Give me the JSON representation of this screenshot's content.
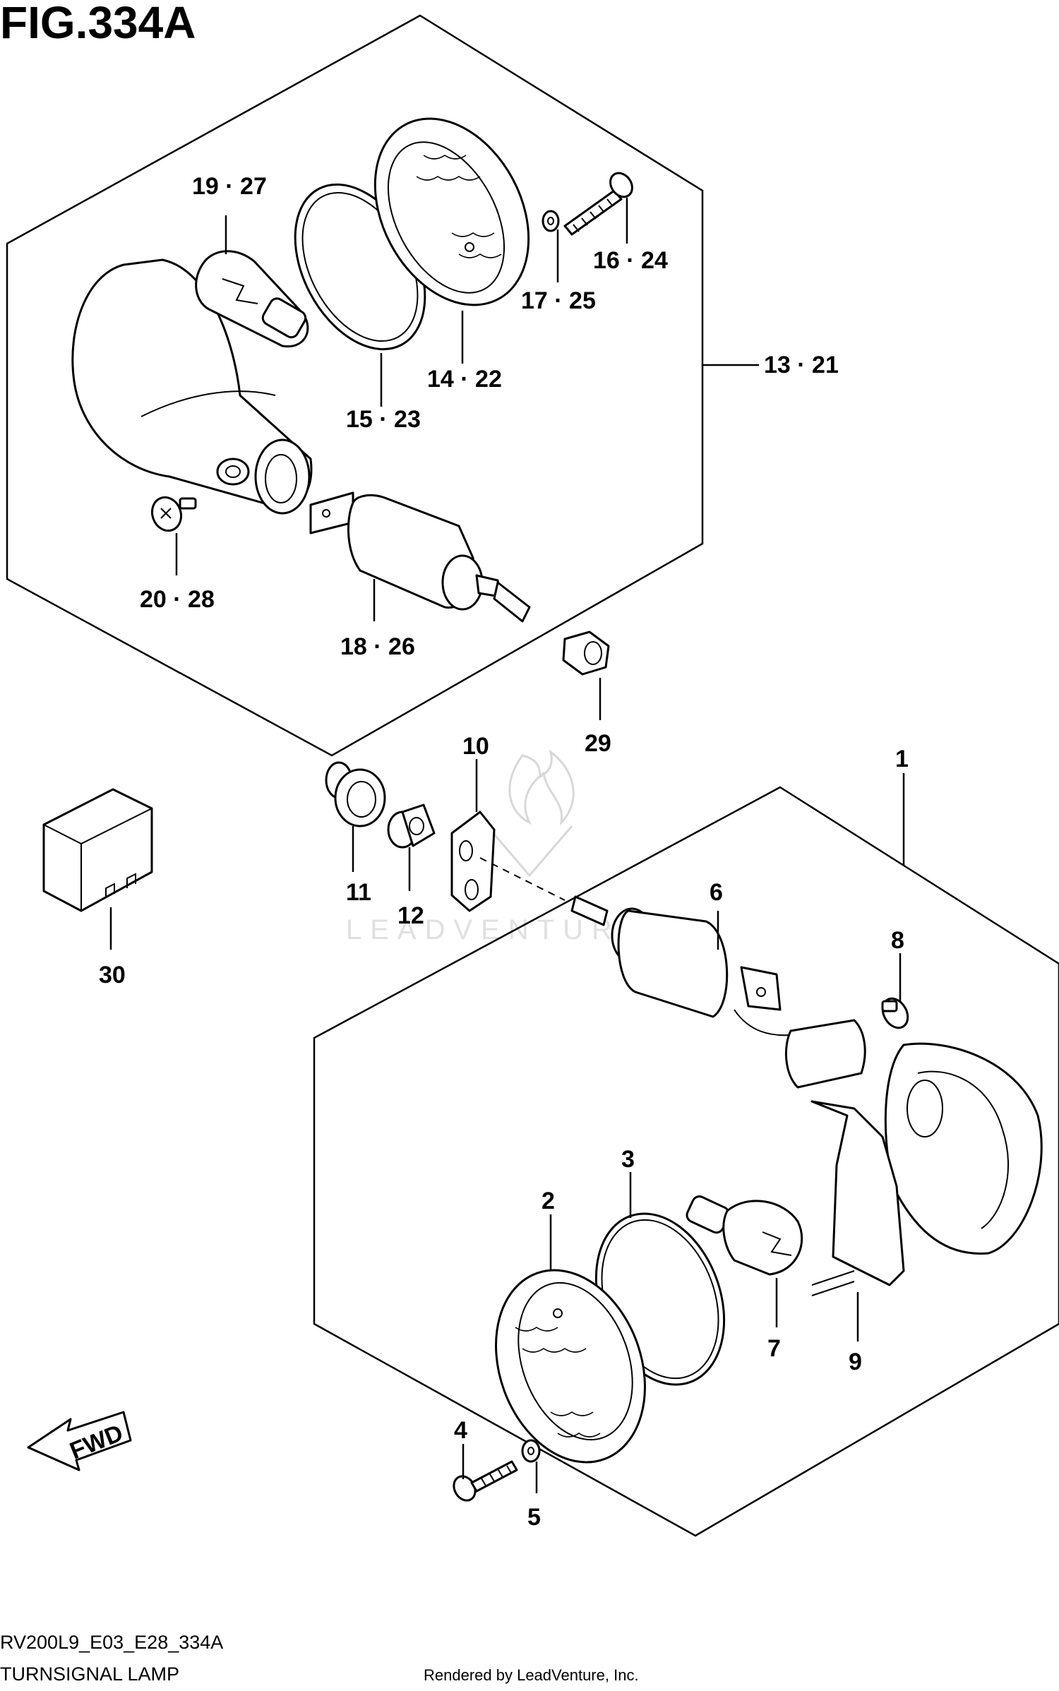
{
  "figure": {
    "title": "FIG.334A",
    "model_code": "RV200L9_E03_E28_334A",
    "name": "TURNSIGNAL LAMP",
    "rendered_by": "Rendered by LeadVenture, Inc.",
    "watermark": "LEADVENTURE",
    "fwd_label": "FWD"
  },
  "callouts": {
    "c19_27": "19 · 27",
    "c16_24": "16 · 24",
    "c17_25": "17 · 25",
    "c13_21": "13 · 21",
    "c14_22": "14 · 22",
    "c15_23": "15 · 23",
    "c20_28": "20 · 28",
    "c18_26": "18 · 26",
    "c29": "29",
    "c10": "10",
    "c1": "1",
    "c11": "11",
    "c12": "12",
    "c30": "30",
    "c6": "6",
    "c8": "8",
    "c3": "3",
    "c2": "2",
    "c7": "7",
    "c9": "9",
    "c4": "4",
    "c5": "5"
  }
}
